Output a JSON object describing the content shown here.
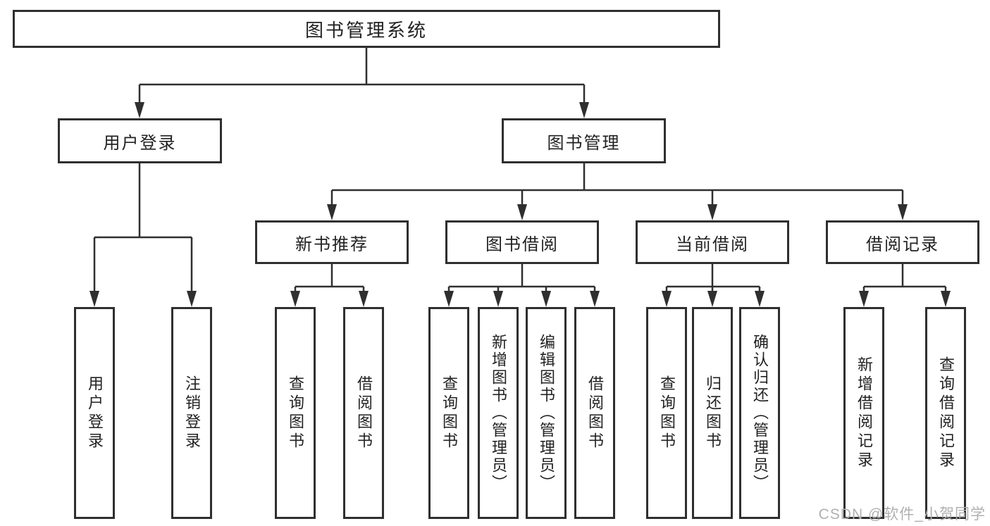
{
  "tree": {
    "root": {
      "label": "图书管理系统"
    },
    "branches": [
      {
        "label": "用户登录",
        "children": [
          {
            "label": "用户登录"
          },
          {
            "label": "注销登录"
          }
        ]
      },
      {
        "label": "图书管理",
        "children": [
          {
            "label": "新书推荐",
            "children": [
              {
                "label": "查询图书"
              },
              {
                "label": "借阅图书"
              }
            ]
          },
          {
            "label": "图书借阅",
            "children": [
              {
                "label": "查询图书"
              },
              {
                "label": "新增图书（管理员）"
              },
              {
                "label": "编辑图书（管理员）"
              },
              {
                "label": "借阅图书"
              }
            ]
          },
          {
            "label": "当前借阅",
            "children": [
              {
                "label": "查询图书"
              },
              {
                "label": "归还图书"
              },
              {
                "label": "确认归还（管理员）"
              }
            ]
          },
          {
            "label": "借阅记录",
            "children": [
              {
                "label": "新增借阅记录"
              },
              {
                "label": "查询借阅记录"
              }
            ]
          }
        ]
      }
    ]
  },
  "watermark": {
    "text": "CSDN @软件_小贺同学"
  },
  "colors": {
    "line": "#2f2f2f",
    "box_border": "#2f2f2f",
    "box_bg": "#ffffff",
    "text": "#222222",
    "watermark": "#b0b0b0",
    "page_bg": "#ffffff"
  }
}
